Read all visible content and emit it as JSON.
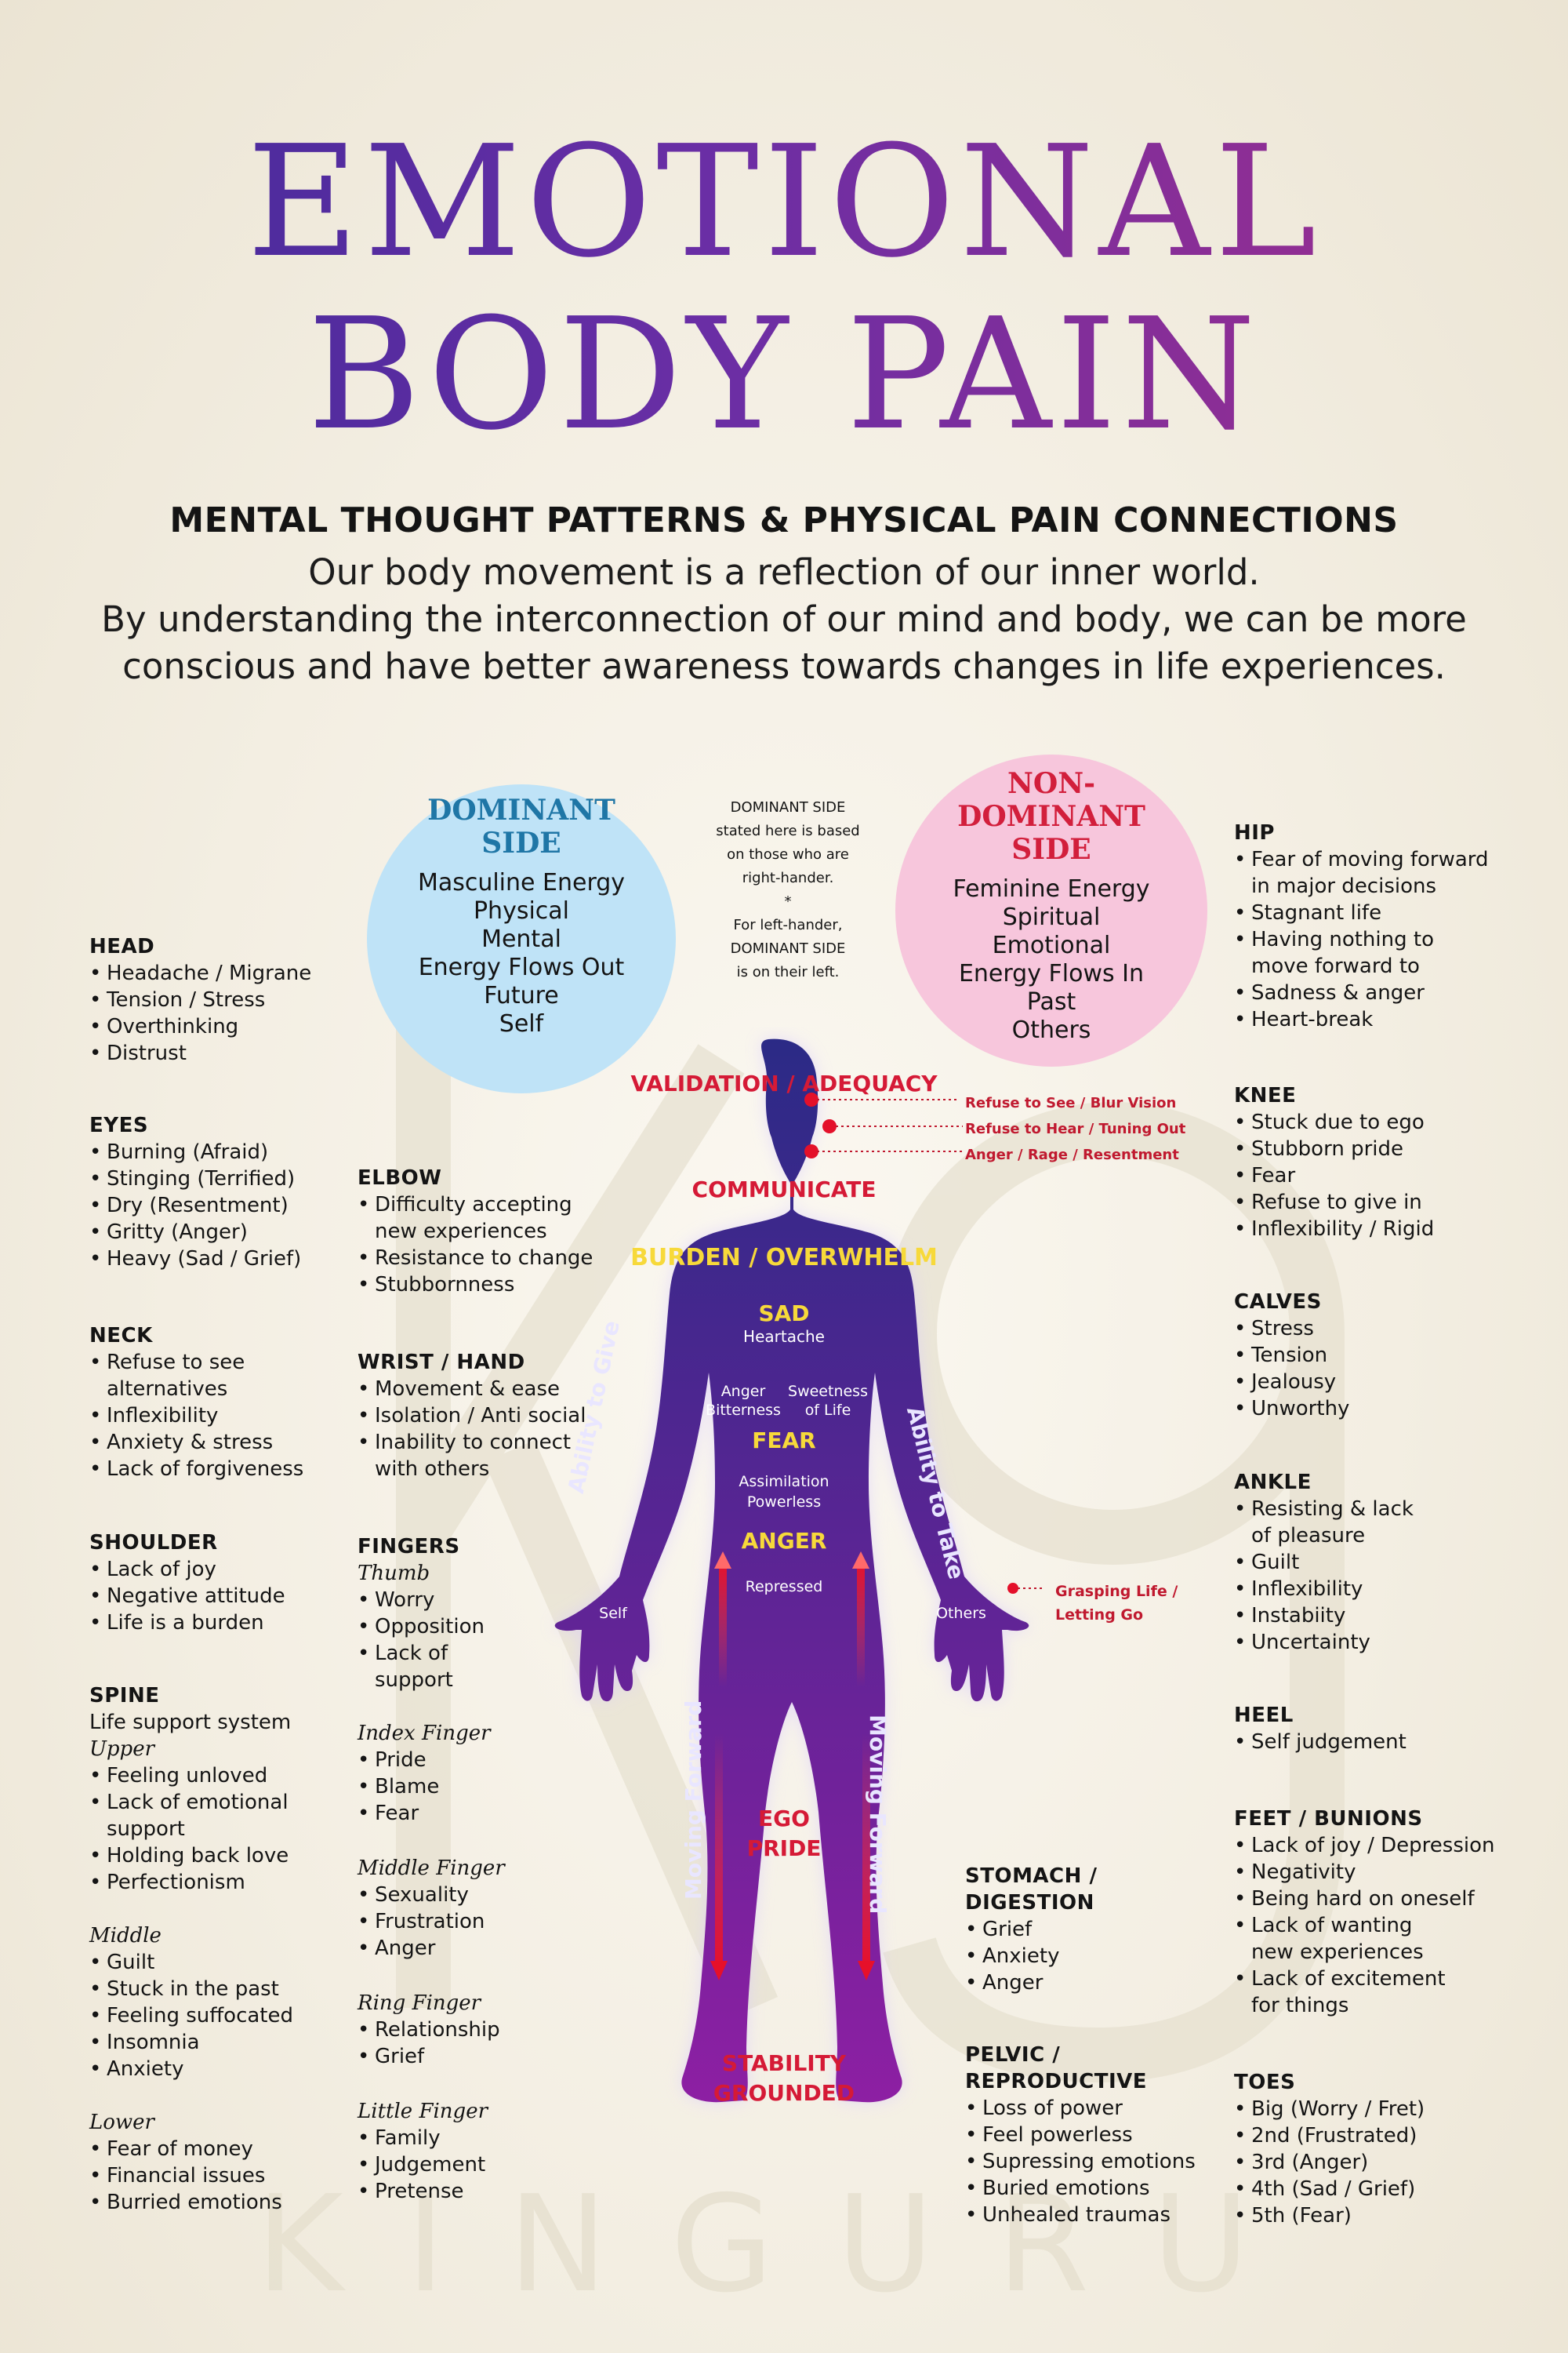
{
  "title_line1": "EMOTIONAL",
  "title_line2": "BODY PAIN",
  "subtitle": "MENTAL THOUGHT PATTERNS & PHYSICAL PAIN CONNECTIONS",
  "intro": [
    "Our body movement is a reflection of our inner world.",
    "By understanding the interconnection of our mind and body, we can be more",
    "conscious and have better awareness towards changes in life experiences."
  ],
  "dominant": {
    "title": [
      "DOMINANT",
      "SIDE"
    ],
    "items": [
      "Masculine Energy",
      "Physical",
      "Mental",
      "Energy Flows Out",
      "Future",
      "Self"
    ],
    "color": "#bfe3f7",
    "title_color": "#1f76a6"
  },
  "non_dominant": {
    "title": [
      "NON-",
      "DOMINANT",
      "SIDE"
    ],
    "items": [
      "Feminine Energy",
      "Spiritual",
      "Emotional",
      "Energy Flows In",
      "Past",
      "Others"
    ],
    "color": "#f7c6dc",
    "title_color": "#d21f3c"
  },
  "dominant_note": [
    "DOMINANT SIDE",
    "stated here is based",
    "on those who are",
    "right-hander.",
    "*",
    "For left-hander,",
    "DOMINANT SIDE",
    "is on their left."
  ],
  "left_col": [
    {
      "heading": "HEAD",
      "items": [
        "Headache / Migrane",
        "Tension / Stress",
        "Overthinking",
        "Distrust"
      ]
    },
    {
      "heading": "EYES",
      "items": [
        "Burning (Afraid)",
        "Stinging (Terrified)",
        "Dry (Resentment)",
        "Gritty (Anger)",
        "Heavy (Sad / Grief)"
      ]
    },
    {
      "heading": "NECK",
      "items": [
        "Refuse to see\nalternatives",
        "Inflexibility",
        "Anxiety & stress",
        "Lack of forgiveness"
      ]
    },
    {
      "heading": "SHOULDER",
      "items": [
        "Lack of joy",
        "Negative attitude",
        "Life is a burden"
      ]
    }
  ],
  "spine": {
    "heading": "SPINE",
    "intro": "Life support system",
    "upper": {
      "label": "Upper",
      "items": [
        "Feeling unloved",
        "Lack of emotional\nsupport",
        "Holding back love",
        "Perfectionism"
      ]
    },
    "middle": {
      "label": "Middle",
      "items": [
        "Guilt",
        "Stuck in the past",
        "Feeling suffocated",
        "Insomnia",
        "Anxiety"
      ]
    },
    "lower": {
      "label": "Lower",
      "items": [
        "Fear of money",
        "Financial issues",
        "Burried emotions"
      ]
    }
  },
  "mid_col": [
    {
      "heading": "ELBOW",
      "items": [
        "Difficulty accepting\nnew experiences",
        "Resistance to change",
        "Stubbornness"
      ]
    },
    {
      "heading": "WRIST / HAND",
      "items": [
        "Movement & ease",
        "Isolation / Anti social",
        "Inability to connect\nwith others"
      ]
    }
  ],
  "fingers": {
    "heading": "FINGERS",
    "thumb": {
      "label": "Thumb",
      "items": [
        "Worry",
        "Opposition",
        "Lack of\nsupport"
      ]
    },
    "index": {
      "label": "Index Finger",
      "items": [
        "Pride",
        "Blame",
        "Fear"
      ]
    },
    "middle": {
      "label": "Middle Finger",
      "items": [
        "Sexuality",
        "Frustration",
        "Anger"
      ]
    },
    "ring": {
      "label": "Ring Finger",
      "items": [
        "Relationship",
        "Grief"
      ]
    },
    "little": {
      "label": "Little Finger",
      "items": [
        "Family",
        "Judgement",
        "Pretense"
      ]
    }
  },
  "right_col": [
    {
      "heading": "HIP",
      "items": [
        "Fear of moving forward\nin major decisions",
        "Stagnant life",
        "Having nothing to\nmove forward to",
        "Sadness & anger",
        "Heart-break"
      ]
    },
    {
      "heading": "KNEE",
      "items": [
        "Stuck due to ego",
        "Stubborn pride",
        "Fear",
        "Refuse to give in",
        "Inflexibility / Rigid"
      ]
    },
    {
      "heading": "CALVES",
      "items": [
        "Stress",
        "Tension",
        "Jealousy",
        "Unworthy"
      ]
    },
    {
      "heading": "ANKLE",
      "items": [
        "Resisting & lack\nof pleasure",
        "Guilt",
        "Inflexibility",
        "Instabiity",
        "Uncertainty"
      ]
    },
    {
      "heading": "HEEL",
      "items": [
        "Self judgement"
      ]
    },
    {
      "heading": "FEET / BUNIONS",
      "items": [
        "Lack of joy / Depression",
        "Negativity",
        "Being hard on oneself",
        "Lack of wanting\nnew experiences",
        "Lack of excitement\nfor things"
      ]
    },
    {
      "heading": "TOES",
      "items": [
        "Big (Worry / Fret)",
        "2nd (Frustrated)",
        "3rd (Anger)",
        "4th (Sad / Grief)",
        "5th (Fear)"
      ]
    }
  ],
  "stomach": {
    "heading": [
      "STOMACH /",
      "DIGESTION"
    ],
    "items": [
      "Grief",
      "Anxiety",
      "Anger"
    ]
  },
  "pelvic": {
    "heading": [
      "PELVIC /",
      "REPRODUCTIVE"
    ],
    "items": [
      "Loss of power",
      "Feel powerless",
      "Supressing emotions",
      "Buried emotions",
      "Unhealed traumas"
    ]
  },
  "body": {
    "validation": "VALIDATION / ADEQUACY",
    "communicate": "COMMUNICATE",
    "burden": "BURDEN / OVERWHELM",
    "sad": "SAD",
    "heartache": "Heartache",
    "anger_bitterness": [
      "Anger",
      "Bitterness"
    ],
    "sweetness": [
      "Sweetness",
      "of Life"
    ],
    "fear": "FEAR",
    "assimilation": [
      "Assimilation",
      "Powerless"
    ],
    "anger": "ANGER",
    "repressed": "Repressed",
    "ego": [
      "EGO",
      "PRIDE"
    ],
    "stability": [
      "STABILITY",
      "GROUNDED"
    ],
    "ability_give": "Ability to Give",
    "ability_take": "Ability to Take",
    "moving_forward_left": "Moving Forward",
    "moving_forward_right": "Moving Forward",
    "self": "Self",
    "others": "Others",
    "face_notes": [
      "Refuse to See  / Blur Vision",
      "Refuse to Hear / Tuning Out",
      "Anger / Rage / Resentment"
    ],
    "grasping": [
      "Grasping Life /",
      "Letting Go"
    ],
    "colors": {
      "top": "#2b2a86",
      "bottom": "#8d1fa3",
      "glow": "#d7c8ff",
      "red": "#d51a36",
      "yellow": "#f7d93a"
    }
  },
  "watermark": "KINGURU"
}
